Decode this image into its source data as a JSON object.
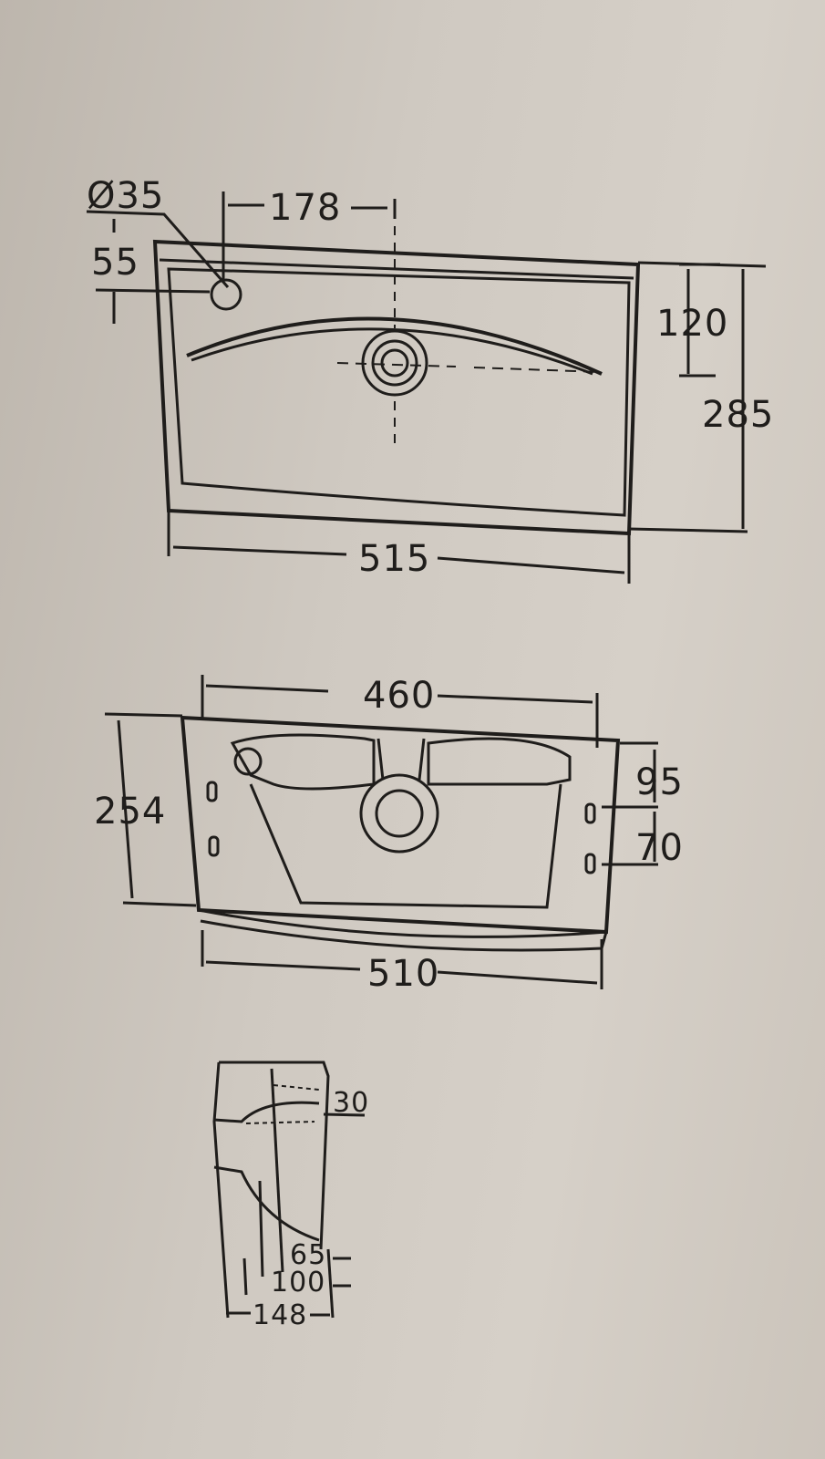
{
  "top_view": {
    "hole_diameter": "Ø35",
    "tap_to_center": "178",
    "hole_offset": "55",
    "drain_depth": "120",
    "depth": "285",
    "width": "515"
  },
  "bottom_view": {
    "width_inner": "460",
    "depth": "254",
    "bracket_top": "95",
    "bracket_spacing": "70",
    "width": "510"
  },
  "side_view": {
    "rim": "30",
    "d65": "65",
    "d100": "100",
    "d148": "148"
  },
  "colors": {
    "ink": "#1f1d1b",
    "paper": "#cfc9c1"
  }
}
